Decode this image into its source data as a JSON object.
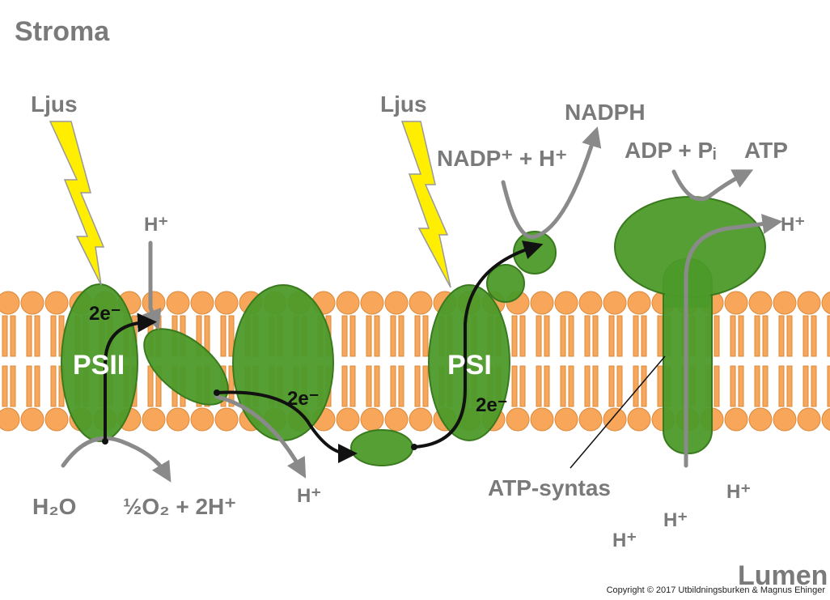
{
  "labels": {
    "stroma": "Stroma",
    "lumen": "Lumen",
    "light_1": "Ljus",
    "light_2": "Ljus",
    "psii": "PSII",
    "psi": "PSI",
    "electrons_1": "2e⁻",
    "electrons_2": "2e⁻",
    "electrons_3": "2e⁻",
    "h_plus_stroma": "H⁺",
    "h_plus_lumen_1": "H⁺",
    "h_plus_atp_out": "H⁺",
    "h_plus_lumen_2": "H⁺",
    "h_plus_lumen_3": "H⁺",
    "h_plus_lumen_4": "H⁺",
    "water": "H₂O",
    "water_products": "½O₂ + 2H⁺",
    "nadp": "NADP⁺ + H⁺",
    "nadph": "NADPH",
    "adp": "ADP + Pᵢ",
    "atp": "ATP",
    "atp_synthase": "ATP-syntas"
  },
  "copyright": "Copyright © 2017 Utbildningsburken & Magnus Ehinger",
  "colors": {
    "membrane": "#f7a65a",
    "protein": "#4c9a2a",
    "lightning": "#ffee00",
    "label": "#7a7a7a"
  }
}
